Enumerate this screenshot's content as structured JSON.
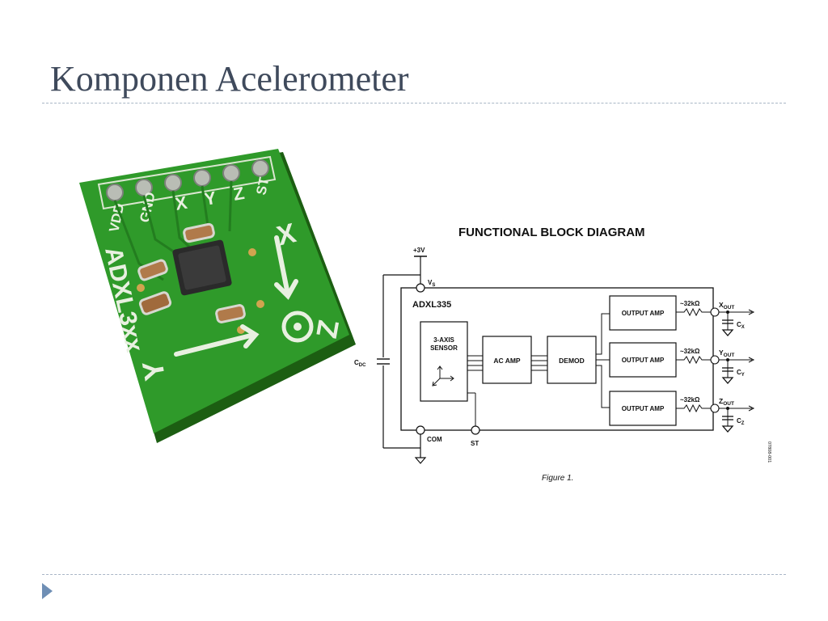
{
  "slide": {
    "title": "Komponen Acelerometer"
  },
  "board_photo": {
    "pin_labels": [
      "VDD",
      "GND",
      "X",
      "Y",
      "Z",
      "ST"
    ],
    "part_label": "ADXL3xx",
    "axis_labels": {
      "x": "X",
      "y": "Y",
      "z": "Z"
    }
  },
  "block_diagram": {
    "heading": "FUNCTIONAL BLOCK DIAGRAM",
    "supply": "+3V",
    "vs": "V",
    "vs_sub": "S",
    "chip": "ADXL335",
    "sensor_line1": "3-AXIS",
    "sensor_line2": "SENSOR",
    "ac_amp": "AC AMP",
    "demod": "DEMOD",
    "output_amp": "OUTPUT AMP",
    "resistor": "~32kΩ",
    "cdc": "C",
    "cdc_sub": "DC",
    "com": "COM",
    "st": "ST",
    "outputs": [
      {
        "name": "X",
        "sub": "OUT",
        "cap": "C",
        "cap_sub": "X"
      },
      {
        "name": "Y",
        "sub": "OUT",
        "cap": "C",
        "cap_sub": "Y"
      },
      {
        "name": "Z",
        "sub": "OUT",
        "cap": "C",
        "cap_sub": "Z"
      }
    ],
    "side_code": "07808-001",
    "caption": "Figure 1."
  }
}
